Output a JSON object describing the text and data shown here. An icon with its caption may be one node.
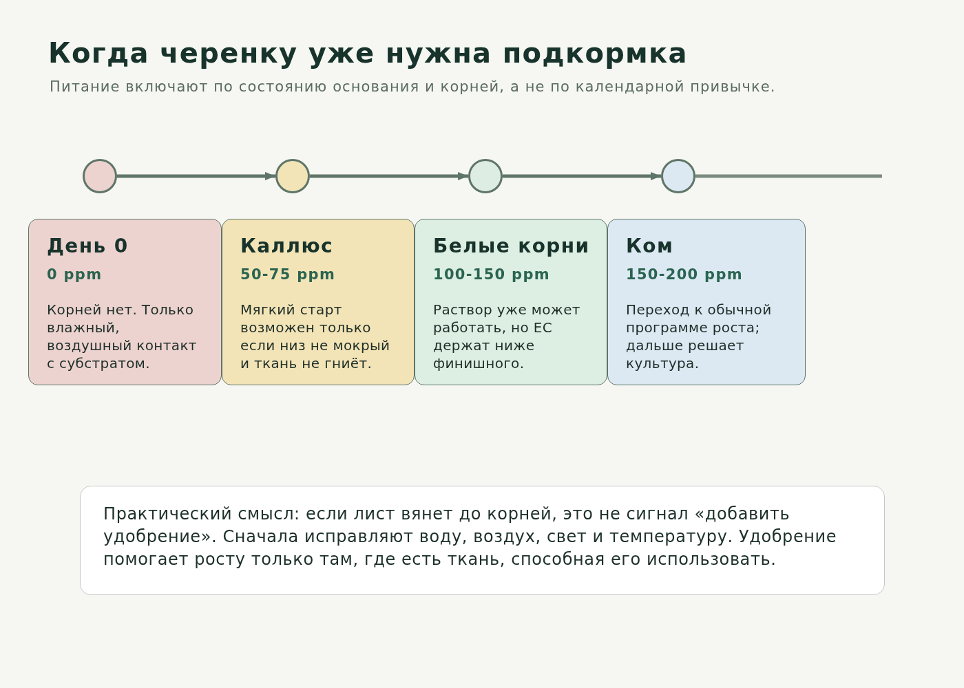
{
  "diagram": {
    "title": "Когда черенку уже нужна подкормка",
    "nodes": [
      {
        "text": [],
        "shape": "circle"
      },
      {
        "text": [],
        "shape": "circle"
      },
      {
        "text": [],
        "shape": "circle"
      },
      {
        "text": [],
        "shape": "circle"
      },
      {
        "text": [
          "День 0",
          "0 ppm",
          "Корней нет. Только влажный, воздушный контакт с субстратом."
        ]
      },
      {
        "text": [
          "Каллюс",
          "50-75 ppm",
          "Мягкий старт возможен только если низ не мокрый и ткань не гниёт."
        ]
      },
      {
        "text": [
          "Белые корни",
          "100-150 ppm",
          "Раствор уже может работать, но EC держат ниже финишного."
        ]
      },
      {
        "text": [
          "Ком",
          "150-200 ppm",
          "Переход к обычной программе роста; дальше решает культура."
        ]
      },
      {
        "text": [
          "Практический смысл: если лист вянет до корней, это не сигнал «добавить удобрение». Сначала исправляют воду, воздух, свет и температуру. Удобрение помогает росту только там, где есть ткань, способная его использовать."
        ]
      }
    ],
    "edges": [
      {
        "from": 0,
        "to": 1,
        "arrow": "to"
      },
      {
        "from": 1,
        "to": 2,
        "arrow": "to"
      },
      {
        "from": 2,
        "to": 3,
        "arrow": "to"
      },
      {
        "from": 3,
        "to": null,
        "arrow": "none",
        "color": "#7b8b80"
      }
    ],
    "labels": [
      "Питание включают по состоянию основания и корней, а не по календарной привычке."
    ]
  }
}
